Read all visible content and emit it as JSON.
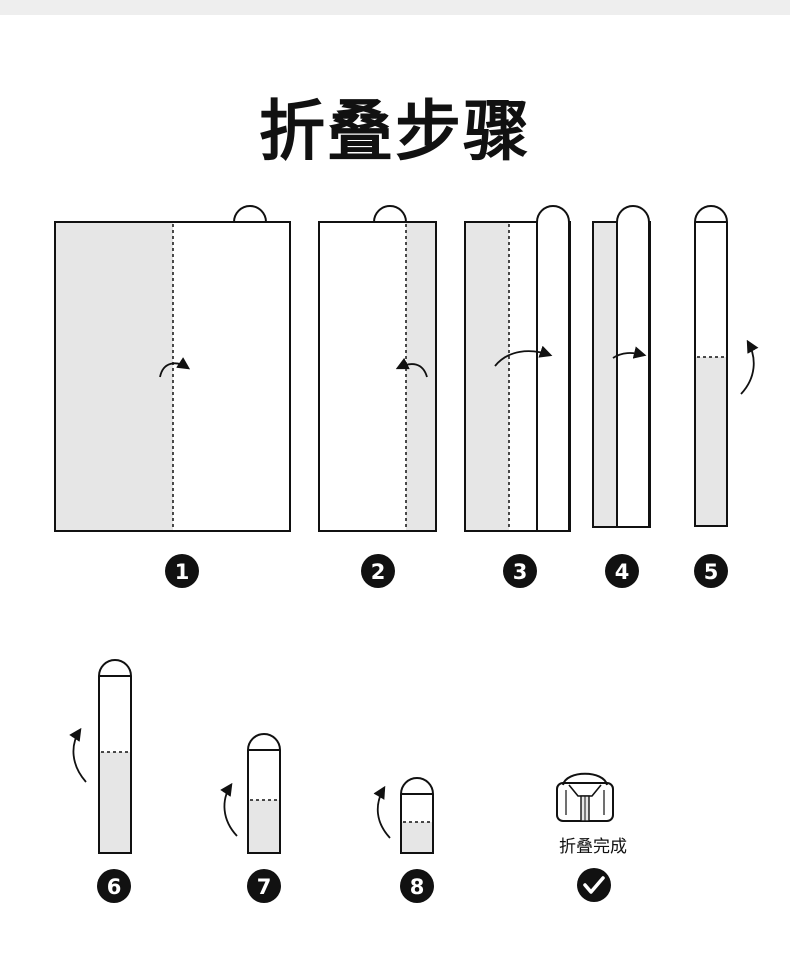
{
  "title": "折叠步骤",
  "steps": [
    "1",
    "2",
    "3",
    "4",
    "5",
    "6",
    "7",
    "8"
  ],
  "done_label": "折叠完成",
  "colors": {
    "ink": "#111111",
    "shade": "#e6e6e6",
    "paper": "#ffffff",
    "topbar": "#eeeeee"
  },
  "icons": {
    "done_mark": "check-icon",
    "arrow": "curved-arrow-icon"
  }
}
